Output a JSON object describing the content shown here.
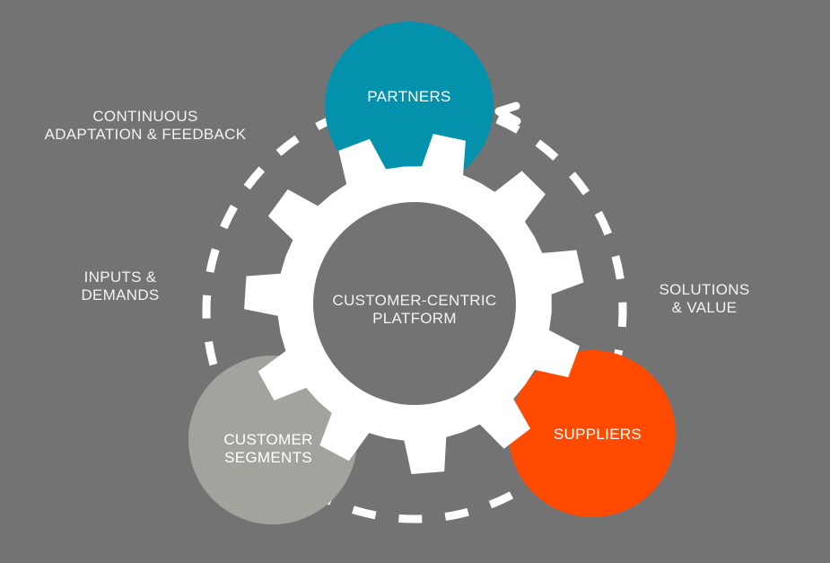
{
  "diagram": {
    "title": "Customer-centric platform cycle",
    "center": {
      "label": "CUSTOMER-CENTRIC\nPLATFORM",
      "icon": "gear-icon"
    },
    "nodes": [
      {
        "id": "partners",
        "label": "PARTNERS",
        "color": "#0391ab"
      },
      {
        "id": "customer-segments",
        "label": "CUSTOMER\nSEGMENTS",
        "color": "#a3a39d"
      },
      {
        "id": "suppliers",
        "label": "SUPPLIERS",
        "color": "#ff4a00"
      }
    ],
    "flows": [
      {
        "id": "feedback",
        "label": "CONTINUOUS\nADAPTATION & FEEDBACK"
      },
      {
        "id": "inputs",
        "label": "INPUTS &\nDEMANDS"
      },
      {
        "id": "solutions",
        "label": "SOLUTIONS\n& VALUE"
      }
    ],
    "cycle_direction": "counter-clockwise",
    "colors": {
      "background": "#737373",
      "gear": "#ffffff",
      "gear_hole": "#737373",
      "dashes": "#ffffff",
      "text": "#ffffff"
    }
  }
}
